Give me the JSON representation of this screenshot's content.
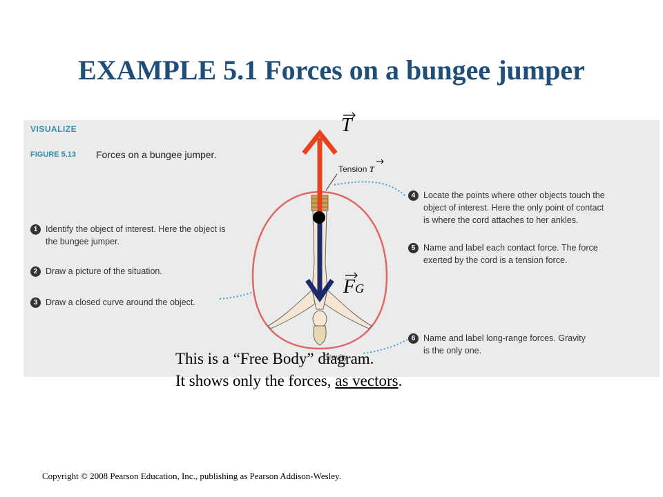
{
  "title": "EXAMPLE 5.1 Forces on a bungee jumper",
  "figure": {
    "section_label": "VISUALIZE",
    "number": "FIGURE 5.13",
    "caption": "Forces on a bungee jumper.",
    "tension_label": "Tension",
    "tension_symbol": "T",
    "gravity_label": "Gravity",
    "steps": [
      {
        "num": "1",
        "lines": [
          "Identify the object of interest. Here the object is",
          "the bungee jumper."
        ]
      },
      {
        "num": "2",
        "lines": [
          "Draw a picture of the situation."
        ]
      },
      {
        "num": "3",
        "lines": [
          "Draw a closed curve around the object."
        ]
      },
      {
        "num": "4",
        "lines": [
          "Locate the points where other objects touch the",
          "object of interest. Here the only point of contact",
          "is where the cord attaches to her ankles."
        ]
      },
      {
        "num": "5",
        "lines": [
          "Name and label each contact force. The force",
          "exerted by the cord is a tension force."
        ]
      },
      {
        "num": "6",
        "lines": [
          "Name and label long-range forces. Gravity",
          "is the only one."
        ]
      }
    ]
  },
  "vectors": {
    "tension": {
      "symbol": "T",
      "color": "#e8421c"
    },
    "gravity": {
      "symbol": "F",
      "subscript": "G",
      "color": "#1b2a6b"
    }
  },
  "free_body_note": {
    "line1": "This is a “Free Body” diagram.",
    "line2_prefix": "It shows only the forces,",
    "line2_underlined": "as vectors",
    "line2_suffix": "."
  },
  "copyright": "Copyright © 2008 Pearson Education, Inc., publishing as Pearson Addison-Wesley.",
  "colors": {
    "title": "#1f4e79",
    "accent": "#2f8fb0",
    "curve": "#e06666",
    "leader": "#3b9fd1"
  }
}
